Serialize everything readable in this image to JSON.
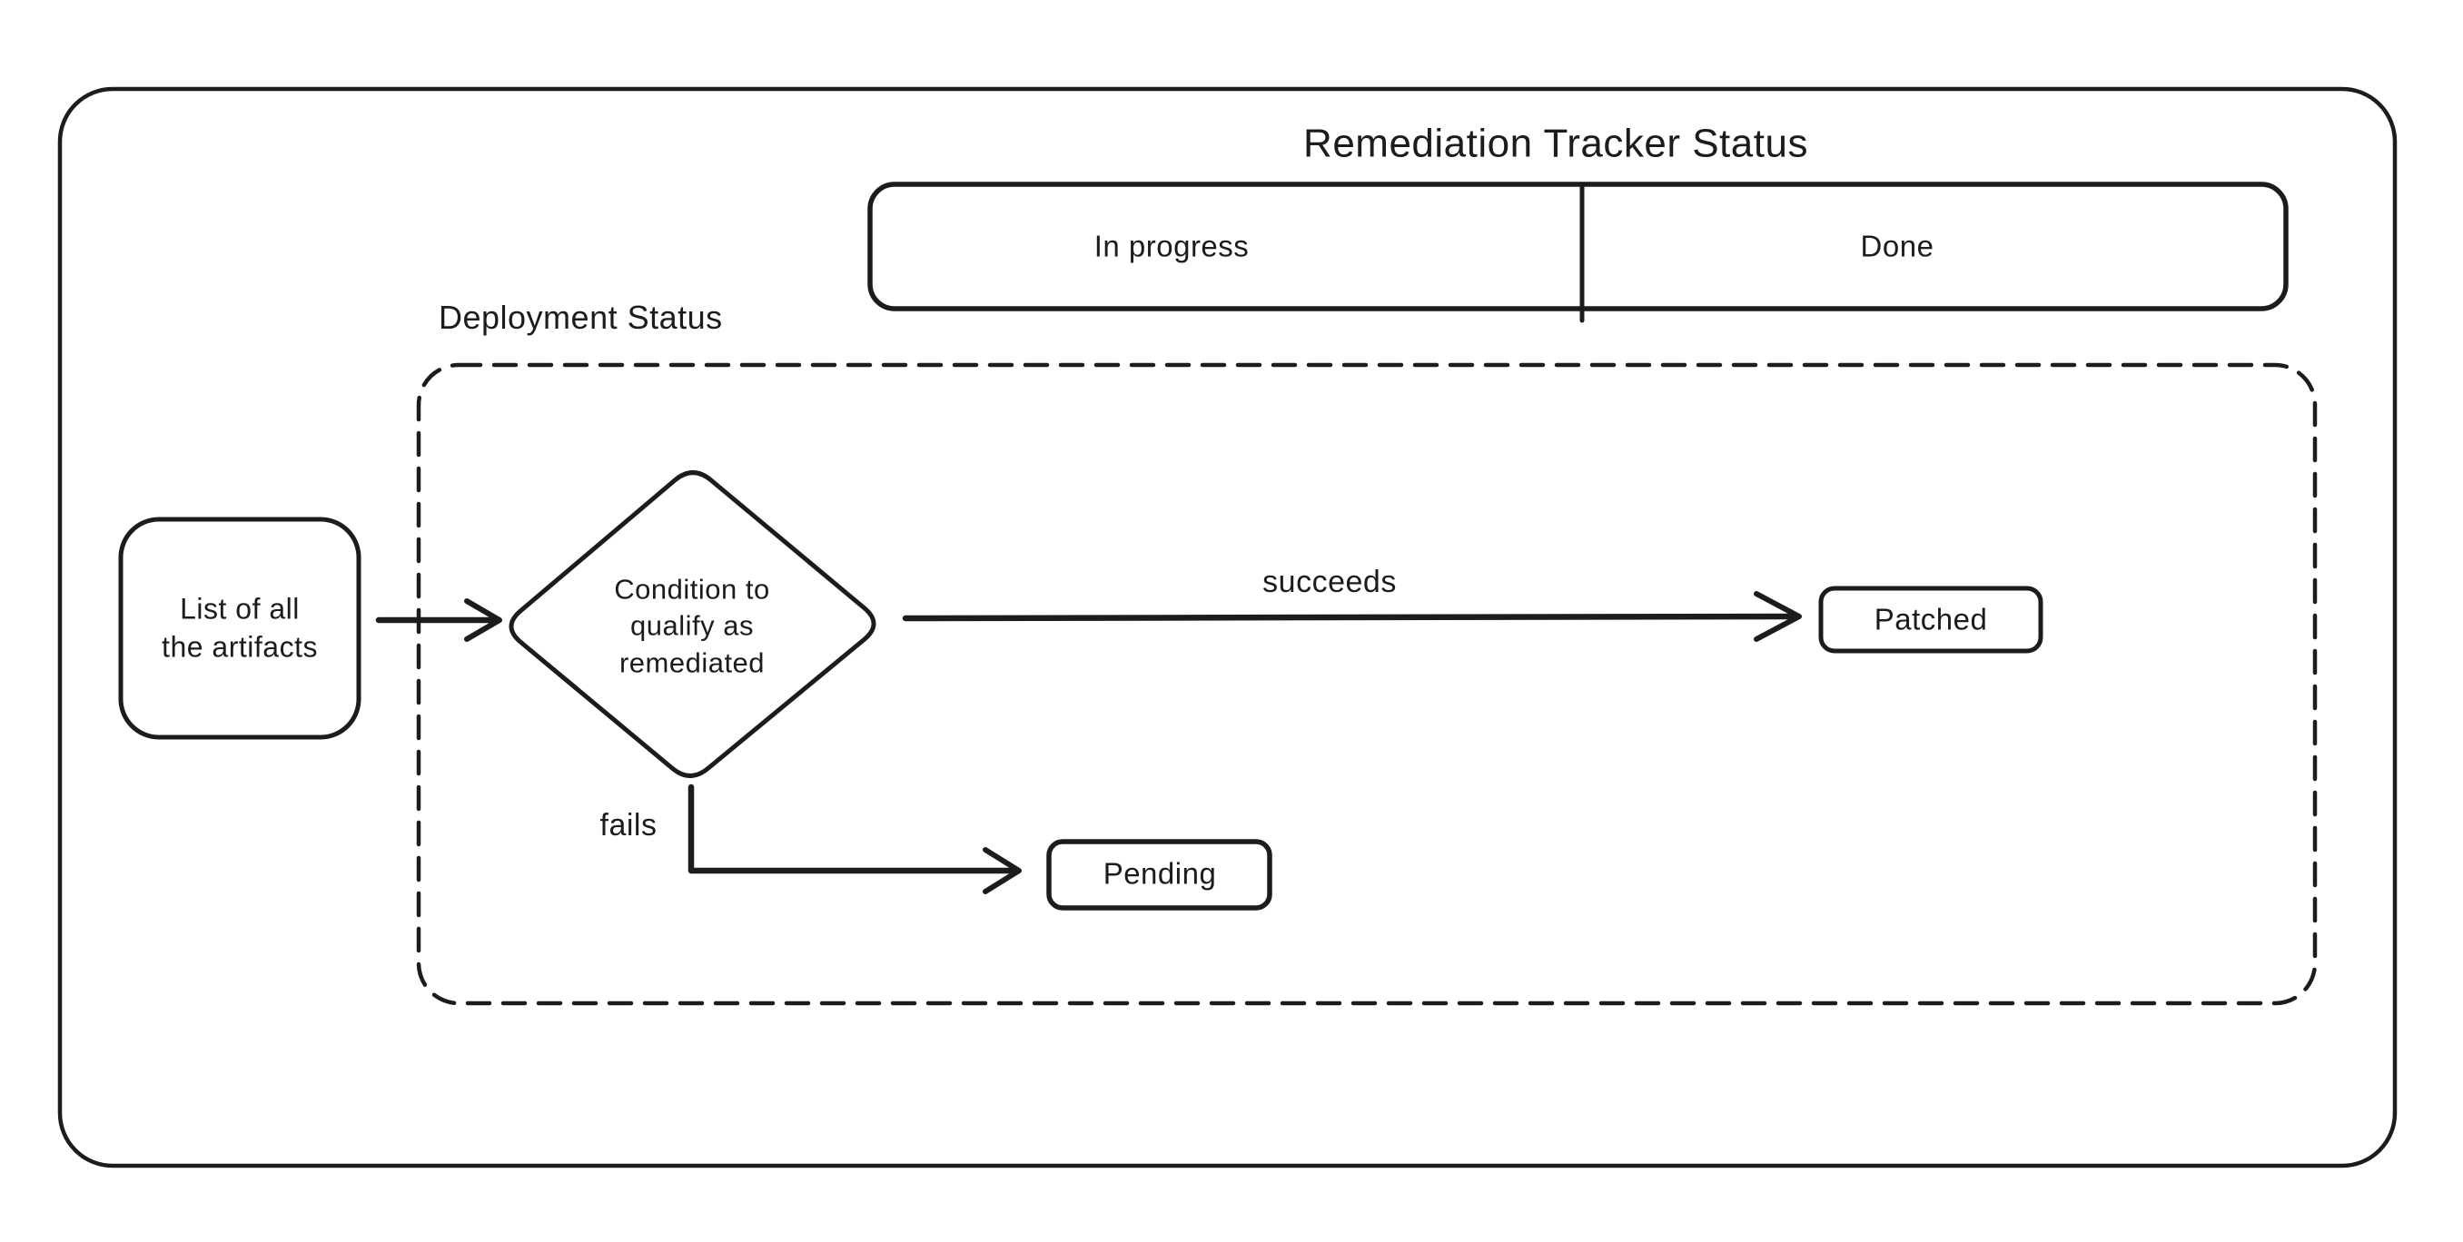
{
  "canvas": {
    "background": "#ffffff",
    "ink": "#1c1c1c"
  },
  "tracker": {
    "title": "Remediation Tracker Status",
    "columns": [
      {
        "label": "In progress"
      },
      {
        "label": "Done"
      }
    ]
  },
  "deployment": {
    "label": "Deployment Status",
    "nodes": {
      "artifacts": "List of all\nthe artifacts",
      "condition": "Condition to\nqualify as\nremediated",
      "patched": "Patched",
      "pending": "Pending"
    },
    "edges": {
      "succeeds": "succeeds",
      "fails": "fails"
    }
  }
}
